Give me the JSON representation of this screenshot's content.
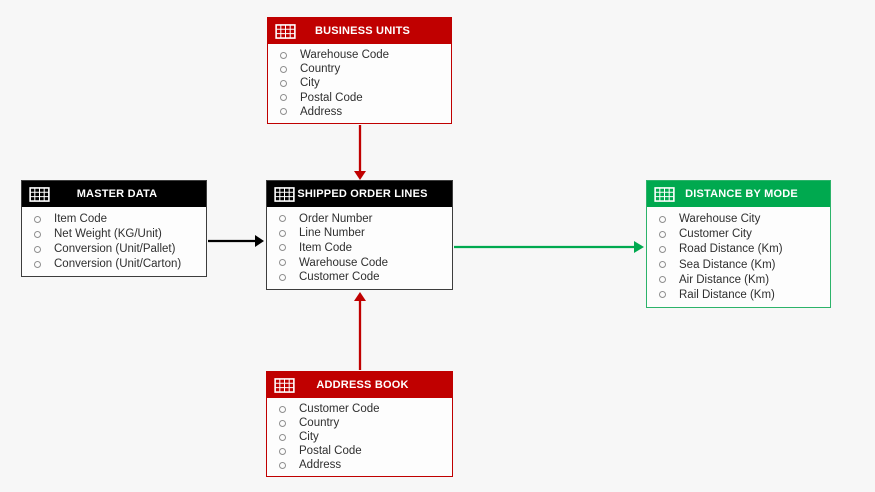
{
  "diagram": {
    "type": "data-model-entity-relationship",
    "colors": {
      "red": "#C00000",
      "black": "#000000",
      "green": "#00A94F",
      "canvas_background": "#F7F7F7",
      "entity_body": "#FDFDFD",
      "field_text": "#2F2F2F"
    },
    "entities": [
      {
        "id": "business-units",
        "title": "BUSINESS UNITS",
        "accent_color": "#C00000",
        "fields": [
          "Warehouse Code",
          "Country",
          "City",
          "Postal Code",
          "Address"
        ]
      },
      {
        "id": "master-data",
        "title": "MASTER DATA",
        "accent_color": "#000000",
        "fields": [
          "Item Code",
          "Net Weight (KG/Unit)",
          "Conversion (Unit/Pallet)",
          "Conversion (Unit/Carton)"
        ]
      },
      {
        "id": "shipped-order-lines",
        "title": "SHIPPED ORDER LINES",
        "accent_color": "#000000",
        "fields": [
          "Order Number",
          "Line Number",
          "Item Code",
          "Warehouse Code",
          "Customer Code"
        ]
      },
      {
        "id": "distance-by-mode",
        "title": "DISTANCE BY MODE",
        "accent_color": "#00A94F",
        "fields": [
          "Warehouse City",
          "Customer City",
          "Road Distance (Km)",
          "Sea Distance (Km)",
          "Air Distance (Km)",
          "Rail Distance (Km)"
        ]
      },
      {
        "id": "address-book",
        "title": "ADDRESS BOOK",
        "accent_color": "#C00000",
        "fields": [
          "Customer Code",
          "Country",
          "City",
          "Postal Code",
          "Address"
        ]
      }
    ],
    "relationships": [
      {
        "from": "business-units",
        "to": "shipped-order-lines",
        "direction": "down",
        "color": "#C00000"
      },
      {
        "from": "master-data",
        "to": "shipped-order-lines",
        "direction": "right",
        "color": "#000000"
      },
      {
        "from": "shipped-order-lines",
        "to": "distance-by-mode",
        "direction": "right",
        "color": "#00A94F"
      },
      {
        "from": "address-book",
        "to": "shipped-order-lines",
        "direction": "up",
        "color": "#C00000"
      }
    ]
  }
}
